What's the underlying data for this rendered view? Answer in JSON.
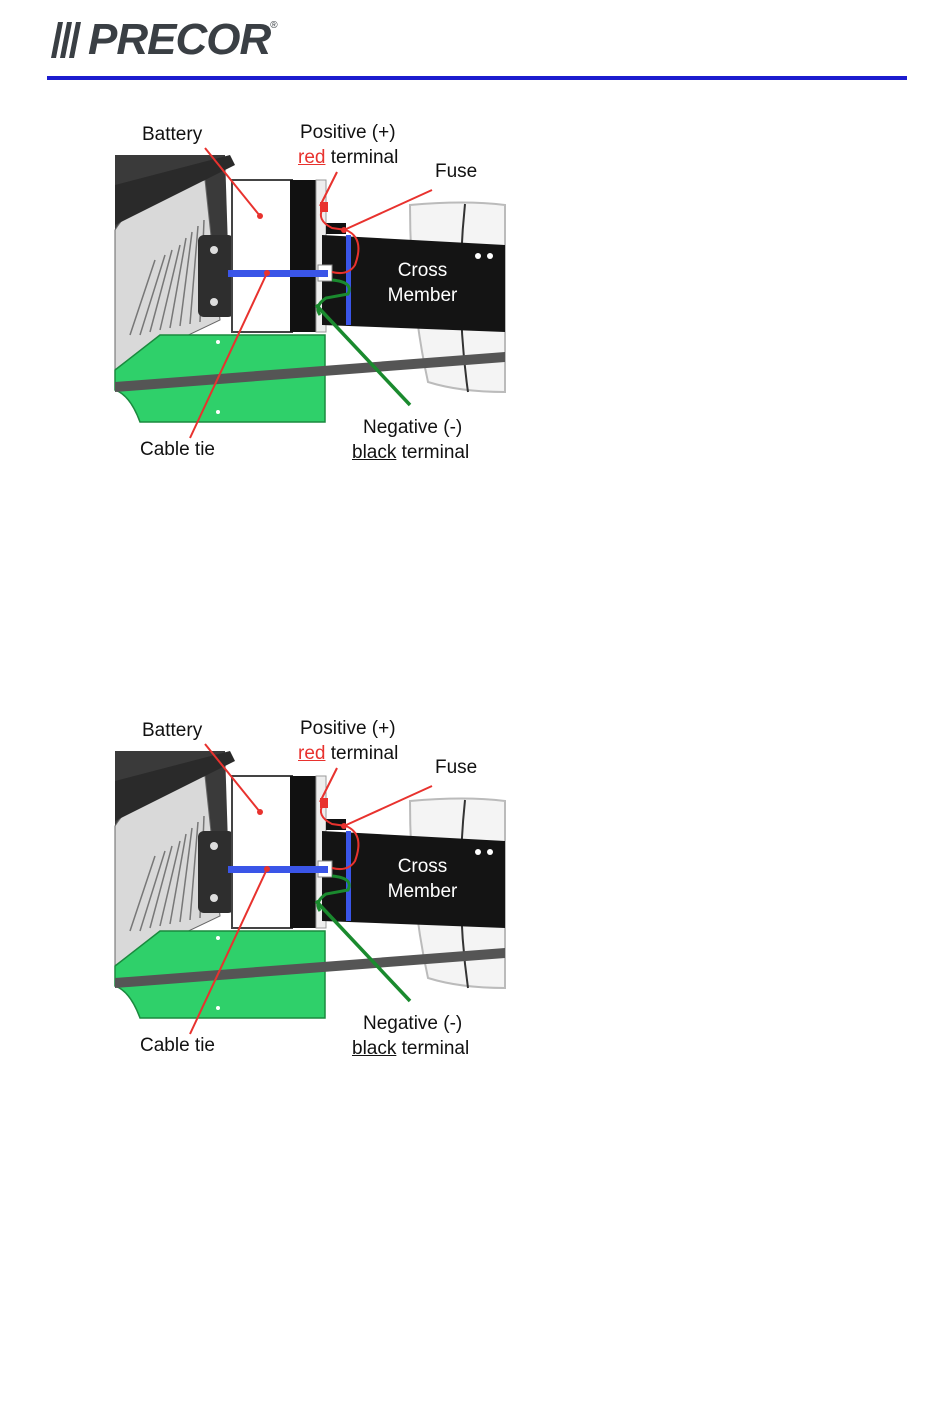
{
  "header": {
    "brand": "PRECOR",
    "registered_mark": "®",
    "colors": {
      "rule": "#1c1ccf",
      "logo": "#3a3f44"
    }
  },
  "diagrams": [
    {
      "labels": {
        "battery": "Battery",
        "positive_line1": "Positive (+)",
        "positive_red_word": "red",
        "positive_terminal": " terminal",
        "fuse": "Fuse",
        "cross_line1": "Cross",
        "cross_line2": "Member",
        "cable_tie": "Cable tie",
        "negative_line1": "Negative (-)",
        "negative_black_word": "black",
        "negative_terminal": " terminal"
      }
    },
    {
      "labels": {
        "battery": "Battery",
        "positive_line1": "Positive (+)",
        "positive_red_word": "red",
        "positive_terminal": " terminal",
        "fuse": "Fuse",
        "cross_line1": "Cross",
        "cross_line2": "Member",
        "cable_tie": "Cable tie",
        "negative_line1": "Negative (-)",
        "negative_black_word": "black",
        "negative_terminal": " terminal"
      }
    }
  ],
  "colors": {
    "leader_red": "#e8322e",
    "cable_tie_blue": "#3a55e8",
    "negative_green": "#1a8a2e",
    "bracket_green": "#2fd06a",
    "cross_member": "#141414"
  }
}
